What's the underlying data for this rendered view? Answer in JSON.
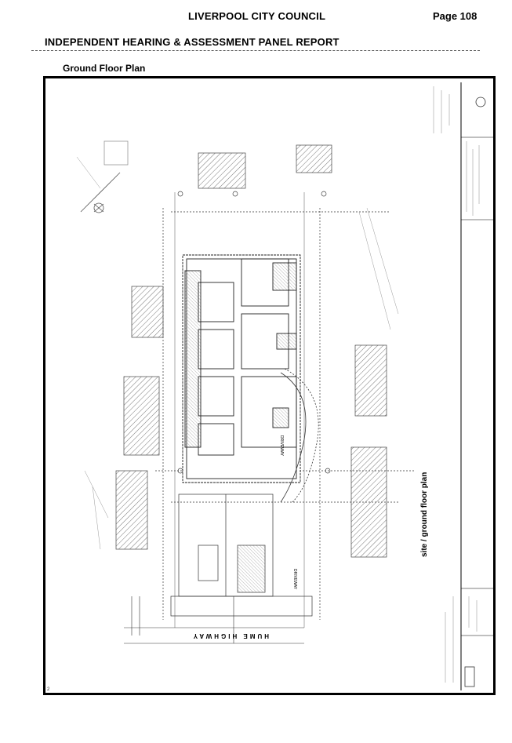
{
  "header": {
    "council": "LIVERPOOL CITY COUNCIL",
    "page": "Page 108",
    "report_title": "INDEPENDENT HEARING & ASSESSMENT PANEL REPORT"
  },
  "figure": {
    "caption": "Ground Floor Plan",
    "drawing_title": "site / ground floor plan",
    "street_name": "HUME HIGHWAY",
    "room_label_1": "DRIVEWAY",
    "room_label_2": "DRIVEWAY",
    "corner_mark": "2"
  }
}
